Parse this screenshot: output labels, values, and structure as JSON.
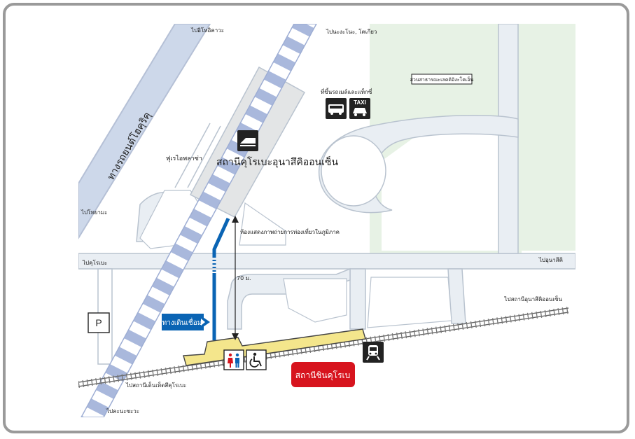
{
  "labels": {
    "to_itsukaichi": "ไปอิโทอิคาวะ",
    "to_nagano_tokyo": "ไปนะงะโนะ, โตเกียว",
    "park_name": "สวนสาธารณะเลคคิอิงะโคเอ็น",
    "bus_taxi_stop": "ที่ขึ้นรถเมล์และแท็กซี่",
    "taxi_sign": "TAXI",
    "station_name": "สถานีคุโรเบะอุนาสึคิออนเซ็น",
    "plaza": "ฟุเรไอพลาซ่า",
    "highway": "ทางรถยนต์โฮคุริคุ",
    "to_toyama": "ไปโทยามะ",
    "gallery": "ห้องแสดงภาพถ่ายการท่องเที่ยวในภูมิภาค",
    "to_kurobe": "ไปคุโรเบะ",
    "to_unazuki": "ไปอุนาสึคิ",
    "distance": "70 ม.",
    "to_unazuki_onsen_station": "ไปสถานีอุนาสึคิออนเซ็น",
    "parking": "P",
    "walkway": "ทางเดินเชื่อม",
    "shinkurobe_station": "สถานีชินคุโรเบ",
    "to_dentetsu_kurobe": "ไปสถานีเด็นเท็ตสึคุโรเบะ",
    "to_kanazawa": "ไปคะนะซะวะ"
  },
  "icons": [
    "shinkansen-icon",
    "bus-icon",
    "taxi-icon",
    "restroom-icon",
    "wheelchair-icon",
    "train-icon"
  ],
  "colors": {
    "walkway_blue": "#0a64b4",
    "station_red": "#d7141e",
    "platform_yellow": "#f4e68c",
    "park_green": "#e6f2e4",
    "highway_blue": "#cdd8ea",
    "road_gray": "#e9eef3",
    "building_gray": "#e3e5e6"
  }
}
